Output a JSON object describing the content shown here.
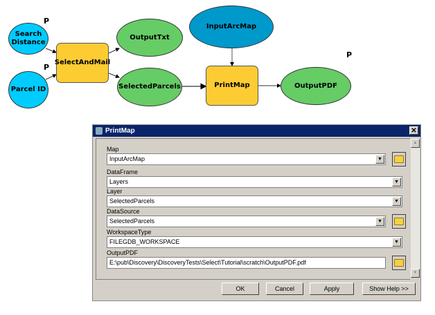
{
  "diagram": {
    "nodes": {
      "search_distance": "Search Distance",
      "parcel_id": "Parcel ID",
      "select_and_mail": "SelectAndMail",
      "output_txt": "OutputTxt",
      "selected_parcels": "SelectedParcels",
      "input_arc_map": "InputArcMap",
      "print_map": "PrintMap",
      "output_pdf": "OutputPDF"
    },
    "param_marker": "P",
    "colors": {
      "input": "#00ccff",
      "tool": "#fdcc33",
      "output": "#66cc66",
      "variable": "#0099cc"
    }
  },
  "dialog": {
    "title": "PrintMap",
    "close": "✕",
    "fields": [
      {
        "label": "Map",
        "value": "InputArcMap"
      },
      {
        "label": "DataFrame",
        "value": "Layers"
      },
      {
        "label": "Layer",
        "value": "SelectedParcels"
      },
      {
        "label": "DataSource",
        "value": "SelectedParcels"
      },
      {
        "label": "WorkspaceType",
        "value": "FILEGDB_WORKSPACE"
      },
      {
        "label": "OutputPDF",
        "value": "E:\\pub\\Discovery\\DiscoveryTests\\Select\\Tutorial\\scratch\\OutputPDF.pdf"
      }
    ],
    "buttons": {
      "ok": "OK",
      "cancel": "Cancel",
      "apply": "Apply",
      "help": "Show Help >>"
    }
  }
}
